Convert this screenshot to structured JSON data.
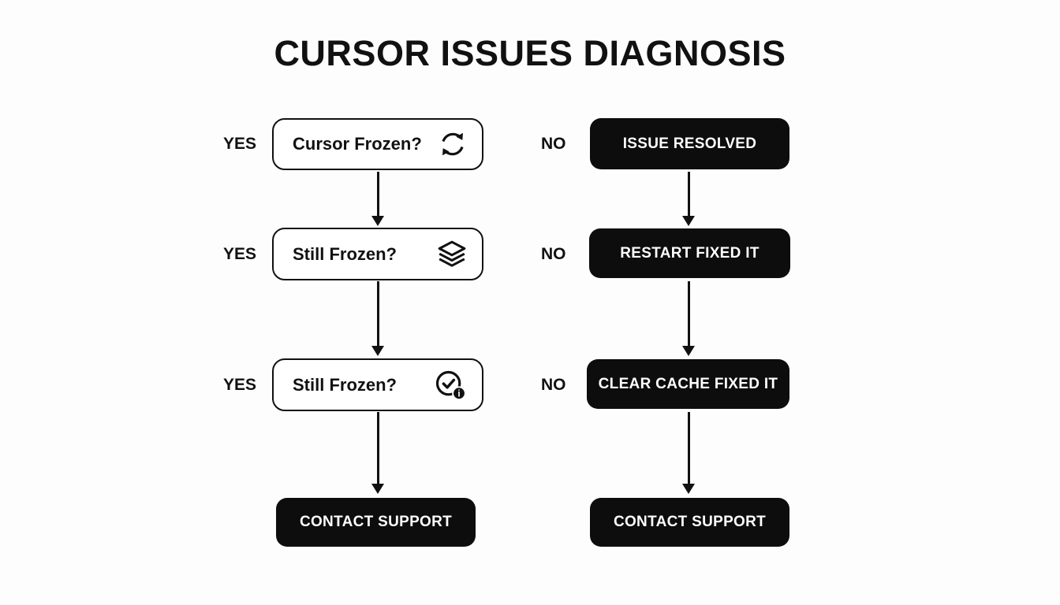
{
  "title": "CURSOR ISSUES DIAGNOSIS",
  "left": {
    "labels": [
      "YES",
      "YES",
      "YES"
    ],
    "nodes": [
      {
        "text": "Cursor Frozen?",
        "icon": "refresh-icon",
        "variant": "light"
      },
      {
        "text": "Still Frozen?",
        "icon": "layers-icon",
        "variant": "light"
      },
      {
        "text": "Still Frozen?",
        "icon": "check-info-icon",
        "variant": "light"
      },
      {
        "text": "CONTACT SUPPORT",
        "icon": "",
        "variant": "dark"
      }
    ]
  },
  "right": {
    "labels": [
      "NO",
      "NO",
      "NO"
    ],
    "nodes": [
      {
        "text": "ISSUE RESOLVED",
        "variant": "dark"
      },
      {
        "text": "RESTART FIXED IT",
        "variant": "dark"
      },
      {
        "text": "CLEAR CACHE FIXED IT",
        "variant": "dark"
      },
      {
        "text": "CONTACT SUPPORT",
        "variant": "dark"
      }
    ]
  },
  "colors": {
    "ink": "#111111",
    "node_dark_bg": "#0d0d0d",
    "node_light_bg": "#ffffff",
    "background": "#fdfdfd"
  }
}
